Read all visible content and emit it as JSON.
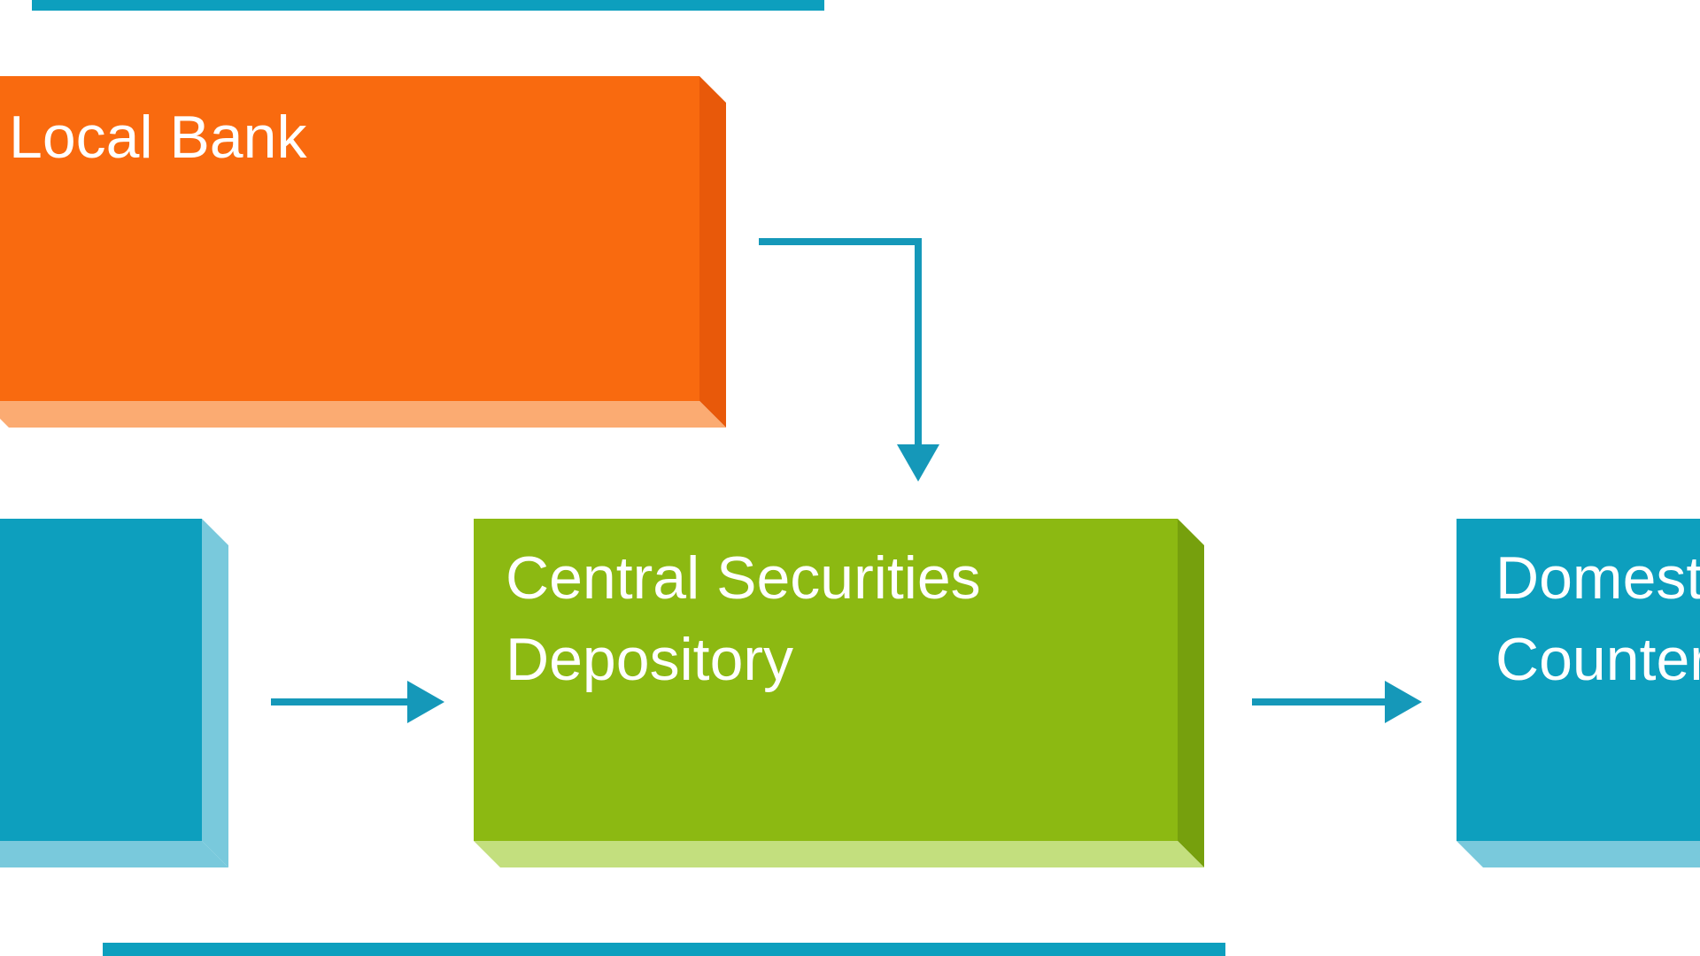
{
  "diagram": {
    "type": "flow-diagram",
    "colors": {
      "arrow": "#1598B9",
      "background": "#FFFFFF"
    },
    "nodes": [
      {
        "id": "local-bank",
        "label": "Local Bank",
        "colors": {
          "face": "#F96A0F",
          "side": "#E8590A",
          "bottom": "#FBAB72"
        }
      },
      {
        "id": "left-partial-box",
        "label": "",
        "colors": {
          "face": "#0D9FBE",
          "side": "#79C9DC",
          "bottom": "#79C9DC"
        }
      },
      {
        "id": "central-securities-depository",
        "label": "Central Securities Depository",
        "colors": {
          "face": "#8CB912",
          "side": "#76A00D",
          "bottom": "#C3DF7E"
        }
      },
      {
        "id": "domestic-counterparty",
        "label": "Domestic Counterparty",
        "colors": {
          "face": "#0D9FBE",
          "side": "#79C9DC",
          "bottom": "#79C9DC"
        }
      },
      {
        "id": "top-partial-box",
        "label": "",
        "colors": {
          "face": "#0D9FBE"
        }
      },
      {
        "id": "bottom-partial-box",
        "label": "",
        "colors": {
          "face": "#0D9FBE"
        }
      }
    ],
    "edges": [
      {
        "from": "local-bank",
        "to": "central-securities-depository",
        "style": "elbow-down"
      },
      {
        "from": "left-partial-box",
        "to": "central-securities-depository",
        "style": "straight-right"
      },
      {
        "from": "central-securities-depository",
        "to": "domestic-counterparty",
        "style": "straight-right"
      }
    ]
  }
}
